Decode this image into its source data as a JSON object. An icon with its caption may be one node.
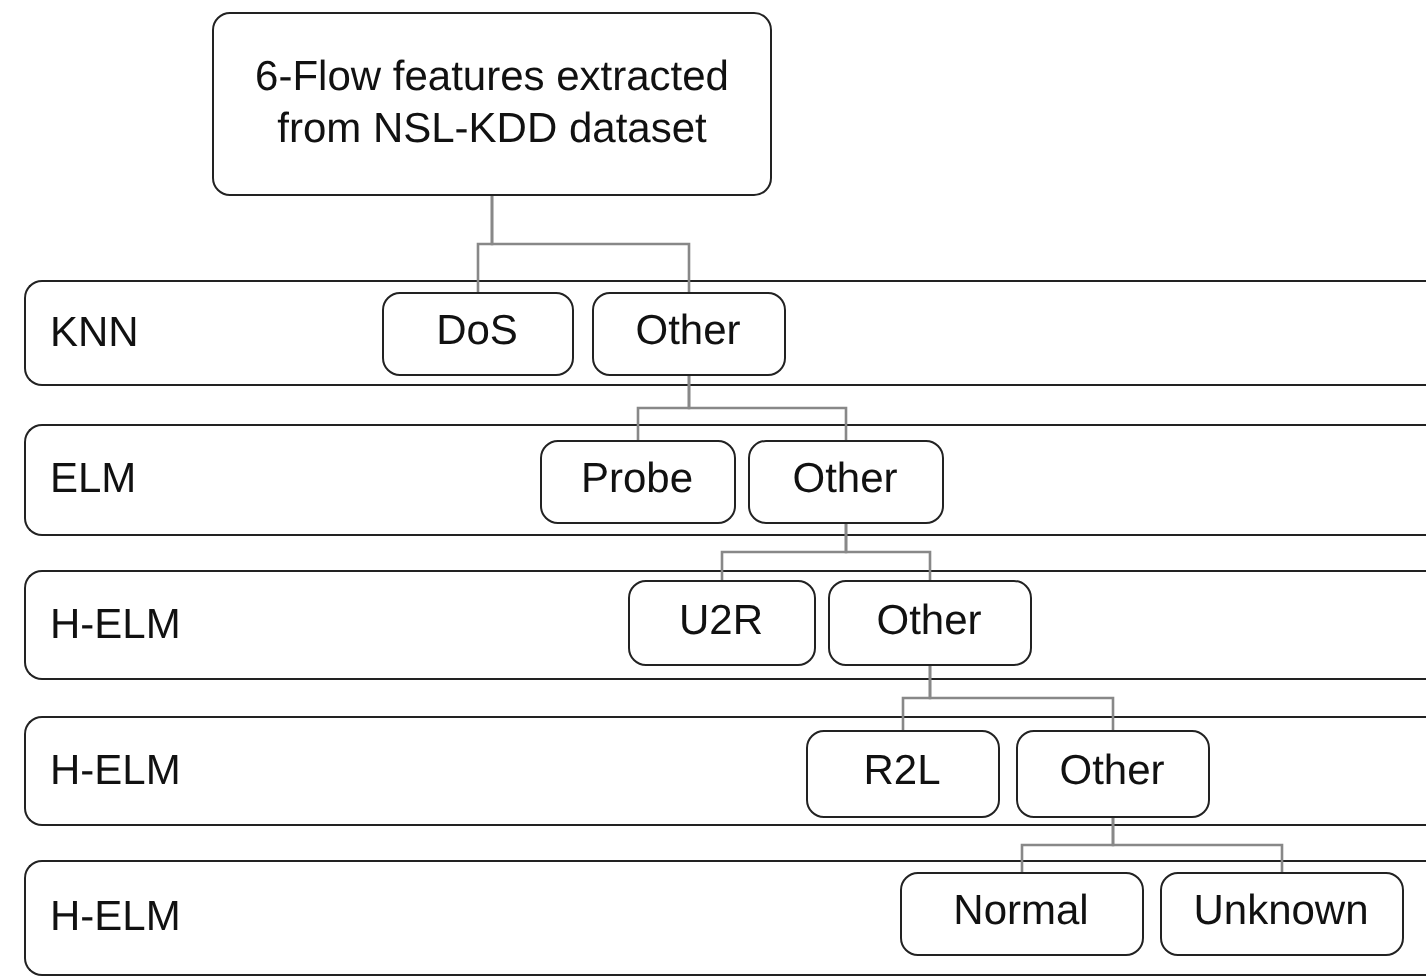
{
  "diagram": {
    "nodes": [
      {
        "text": [
          "6-Flow features extracted from NSL-KDD dataset"
        ]
      },
      {
        "text": [
          "KNN"
        ]
      },
      {
        "text": [
          "DoS"
        ],
        "in": 1
      },
      {
        "text": [
          "Other"
        ],
        "in": 1
      },
      {
        "text": [
          "ELM"
        ]
      },
      {
        "text": [
          "Probe"
        ],
        "in": 4
      },
      {
        "text": [
          "Other"
        ],
        "in": 4
      },
      {
        "text": [
          "H-ELM"
        ]
      },
      {
        "text": [
          "U2R"
        ],
        "in": 7
      },
      {
        "text": [
          "Other"
        ],
        "in": 7
      },
      {
        "text": [
          "H-ELM"
        ]
      },
      {
        "text": [
          "R2L"
        ],
        "in": 10
      },
      {
        "text": [
          "Other"
        ],
        "in": 10
      },
      {
        "text": [
          "H-ELM"
        ]
      },
      {
        "text": [
          "Normal"
        ],
        "in": 13
      },
      {
        "text": [
          "Unknown"
        ],
        "in": 13
      }
    ],
    "edges": [
      {
        "from": 0,
        "to": 2,
        "arrow": "none"
      },
      {
        "from": 0,
        "to": 3,
        "arrow": "none"
      },
      {
        "from": 3,
        "to": 5,
        "arrow": "none"
      },
      {
        "from": 3,
        "to": 6,
        "arrow": "none"
      },
      {
        "from": 6,
        "to": 8,
        "arrow": "none"
      },
      {
        "from": 6,
        "to": 9,
        "arrow": "none"
      },
      {
        "from": 9,
        "to": 11,
        "arrow": "none"
      },
      {
        "from": 9,
        "to": 12,
        "arrow": "none"
      },
      {
        "from": 12,
        "to": 14,
        "arrow": "none"
      },
      {
        "from": 12,
        "to": 15,
        "arrow": "none"
      }
    ]
  }
}
